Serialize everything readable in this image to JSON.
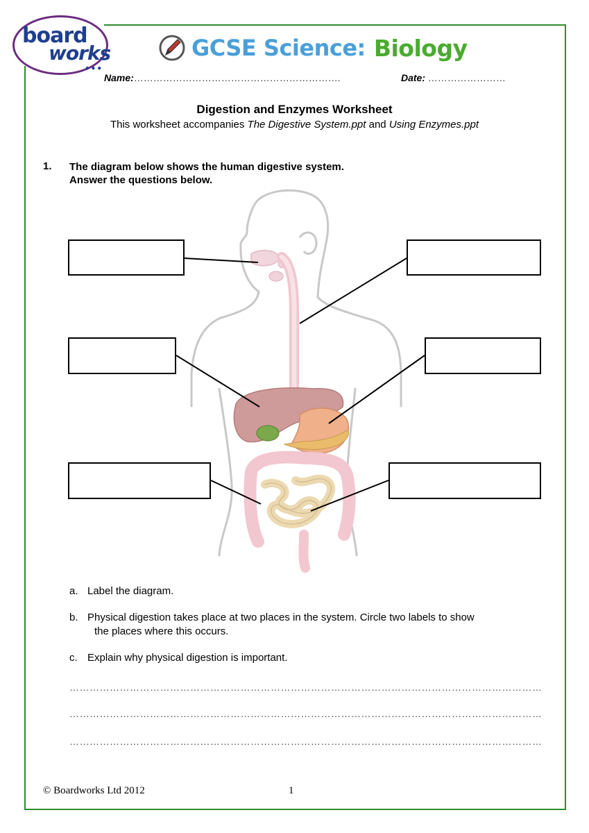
{
  "logo": {
    "line1": "board",
    "line2": "works",
    "dots": "•••"
  },
  "header": {
    "title_part1": "GCSE Science:",
    "title_part2": "Biology"
  },
  "fields": {
    "name_label": "Name:",
    "name_dots": "……………………………………………………….",
    "date_label": "Date:",
    "date_dots": "……………………"
  },
  "worksheet": {
    "title": "Digestion and Enzymes Worksheet",
    "subtitle_prefix": "This worksheet accompanies ",
    "ppt1": "The Digestive System.ppt",
    "subtitle_and": " and ",
    "ppt2": "Using Enzymes.ppt"
  },
  "question1": {
    "number": "1.",
    "line1": "The diagram below shows the human digestive system.",
    "line2": "Answer the questions below."
  },
  "subquestions": {
    "a_letter": "a.",
    "a_text": "Label the diagram.",
    "b_letter": "b.",
    "b_text_line1": "Physical digestion takes place at two places in the system. Circle two labels to show",
    "b_text_line2": "the places where this occurs.",
    "c_letter": "c.",
    "c_text": "Explain why physical digestion is important."
  },
  "answer_lines": [
    "…………………………………………………………………………………………………………………………………",
    "…………………………………………………………………………………………………………………………………",
    "…………………………………………………………………………………………………………………………………"
  ],
  "footer": {
    "copyright": "© Boardworks Ltd 2012",
    "page_number": "1"
  },
  "colors": {
    "frame": "#2e8b2e",
    "logo_blue": "#1f3f8f",
    "logo_purple": "#6b2c7f",
    "title_blue": "#4a9fd8",
    "title_green": "#4aab2f"
  }
}
